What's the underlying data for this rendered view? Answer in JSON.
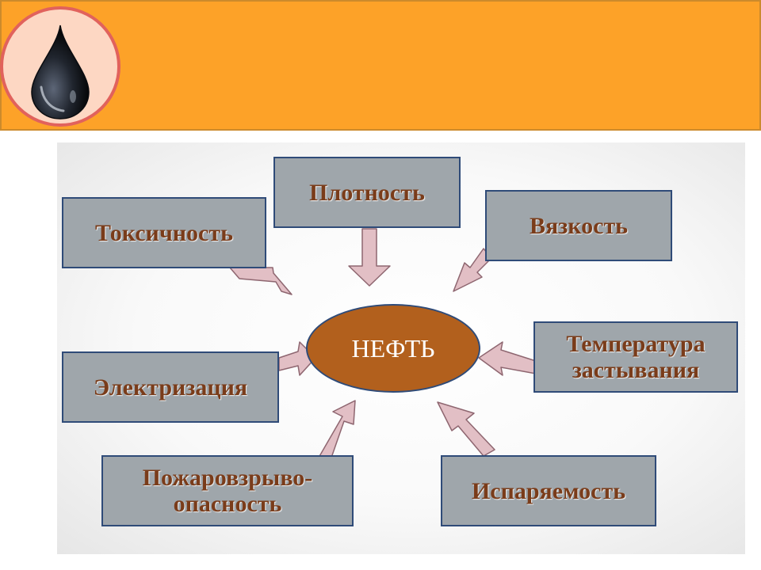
{
  "diagram": {
    "center_label": "НЕФТЬ",
    "properties": {
      "toxicity": "Токсичность",
      "density": "Плотность",
      "viscosity": "Вязкость",
      "pour_point": "Температура\nзастывания",
      "electrification": "Электризация",
      "fire_explosion": "Пожаровзрыво-\nопасность",
      "volatility": "Испаряемость"
    }
  },
  "colors": {
    "header": "#fda228",
    "badge_fill": "#fdd7c3",
    "badge_ring": "#e1625c",
    "box_fill": "#9fa6ab",
    "box_border": "#2f4b78",
    "box_text": "#7a3c1a",
    "center_fill": "#b2601d",
    "arrow_fill": "#e2bfc5",
    "arrow_stroke": "#8e6670"
  },
  "icons": {
    "header": "oil-drop-icon"
  }
}
